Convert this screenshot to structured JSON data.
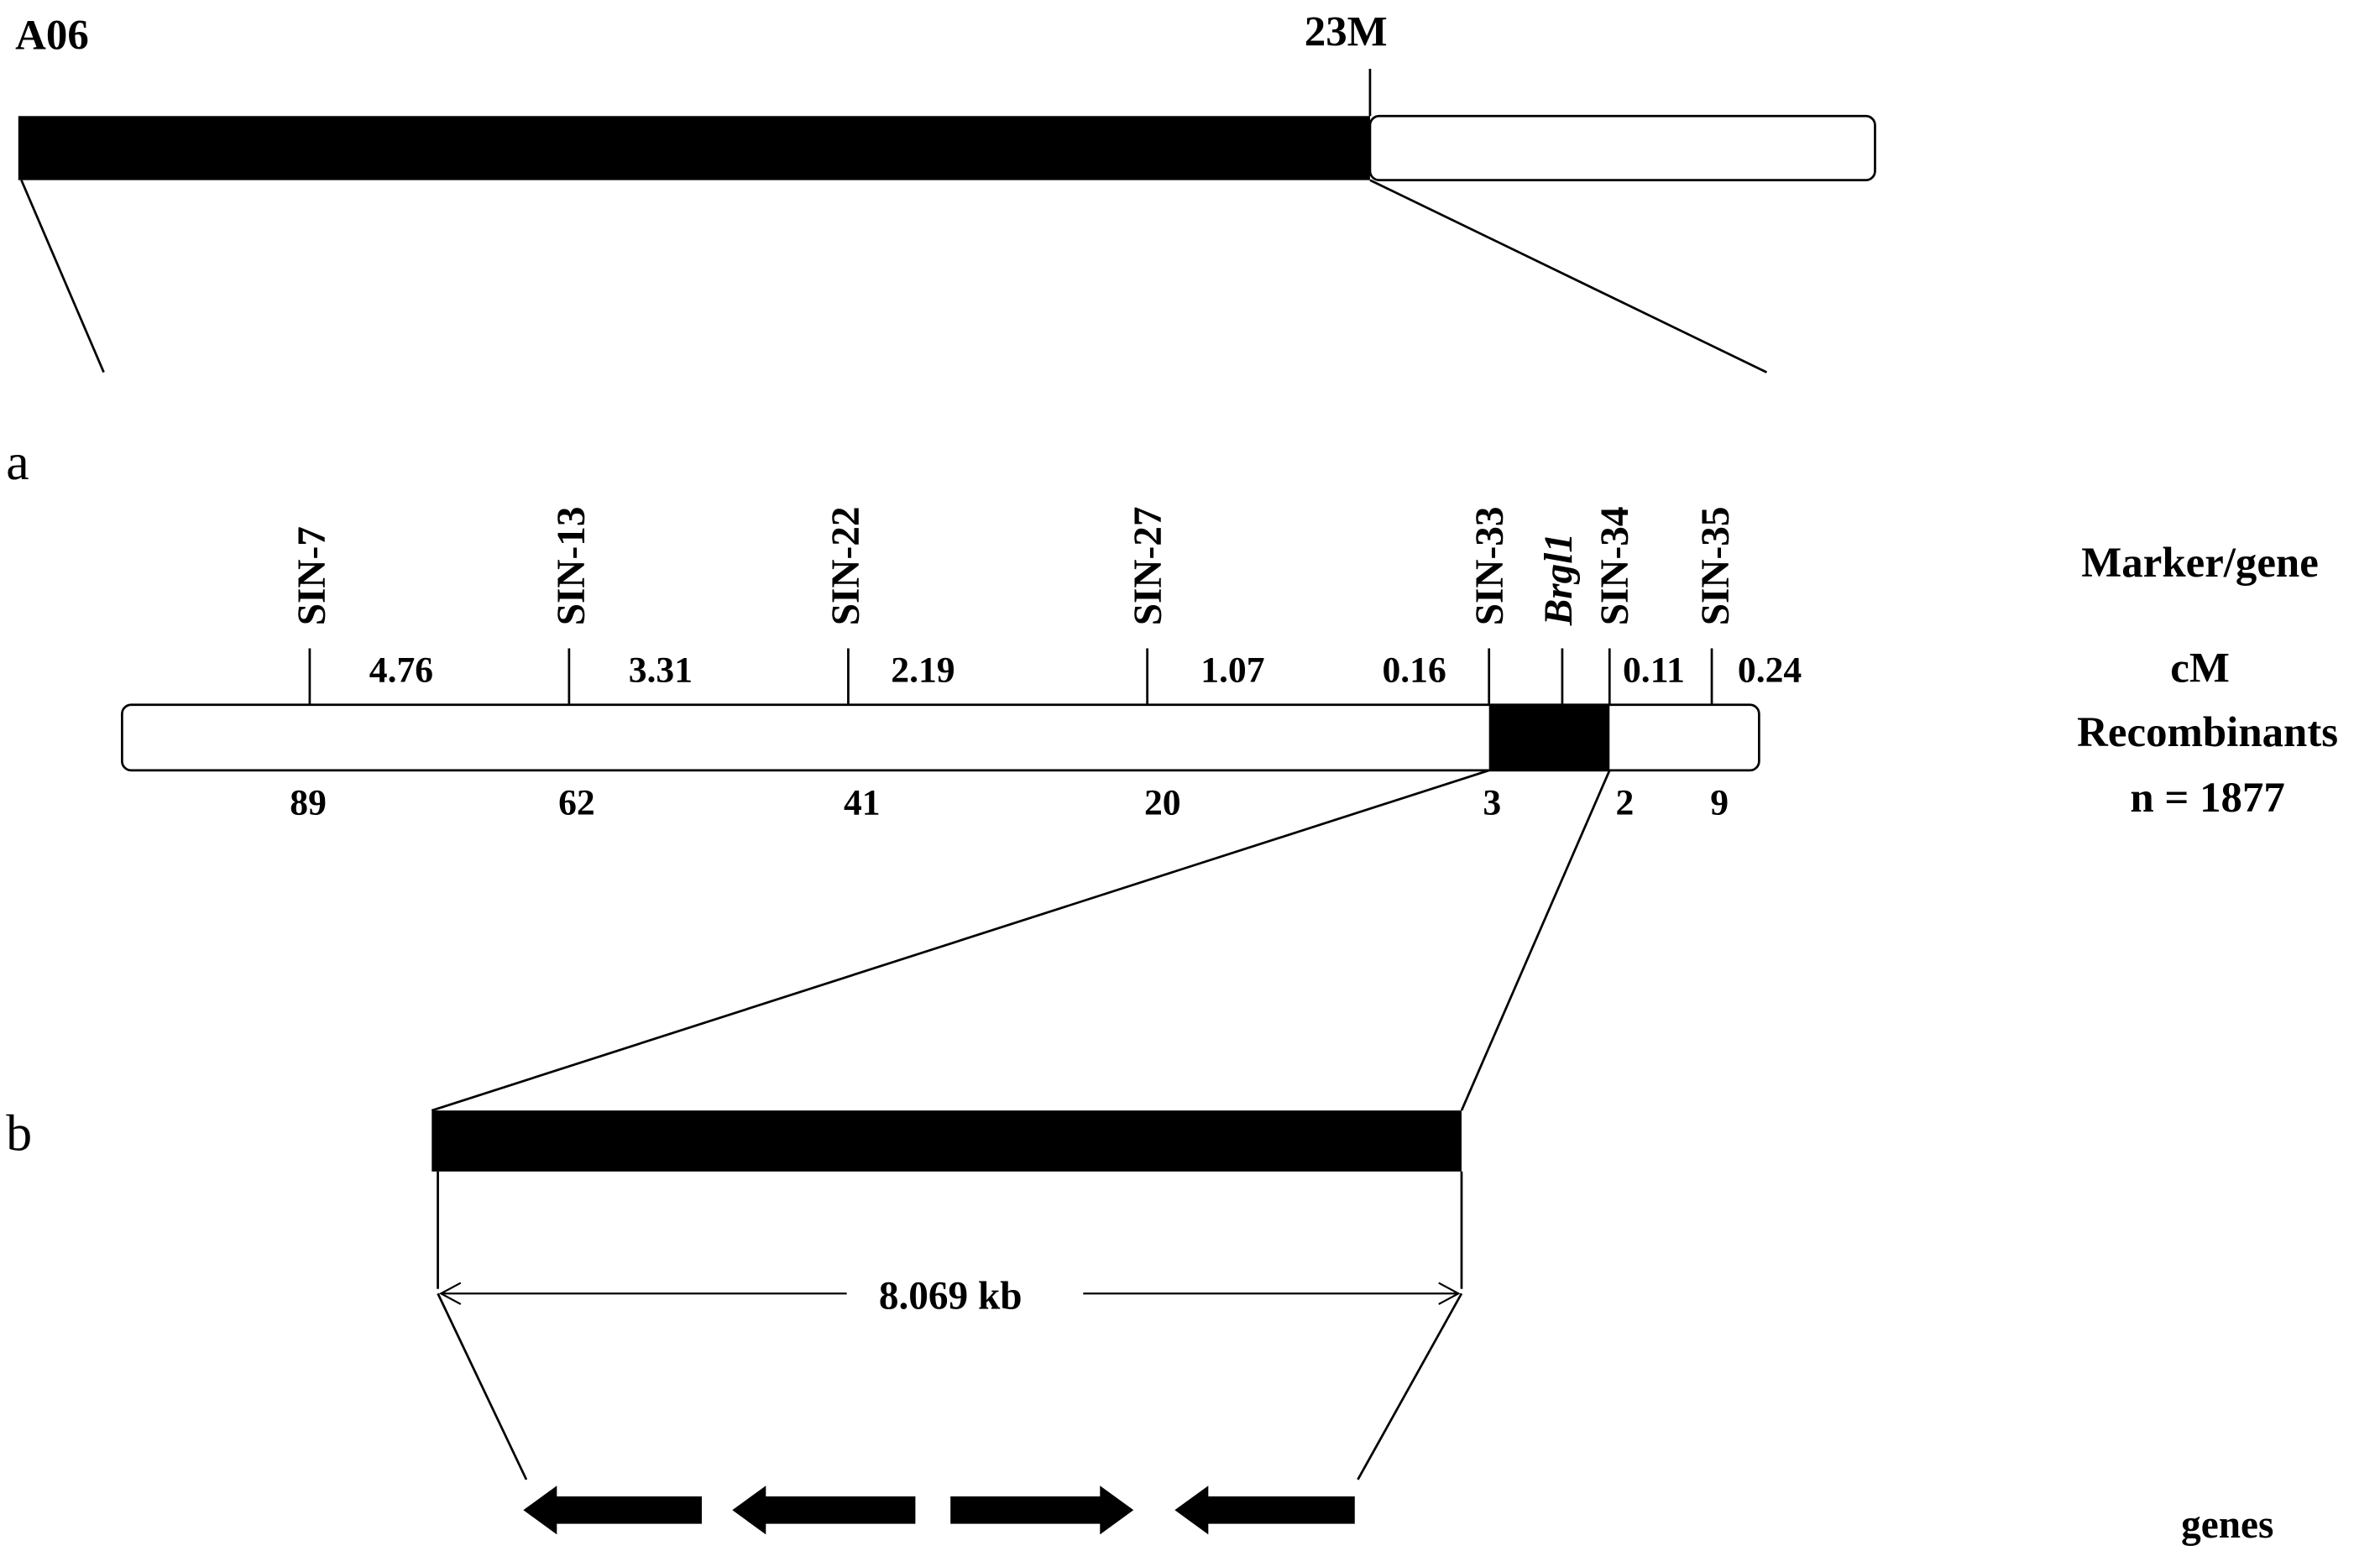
{
  "chromosome": {
    "name": "A06",
    "position_label": "23M"
  },
  "panel_a": {
    "label": "a",
    "markers": [
      "SIN-7",
      "SIN-13",
      "SIN-22",
      "SIN-27",
      "SIN-33",
      "Brgl1",
      "SIN-34",
      "SIN-35"
    ],
    "cm": [
      "4.76",
      "3.31",
      "2.19",
      "1.07",
      "0.16",
      "0.11",
      "0.24"
    ],
    "recombinants": [
      "89",
      "62",
      "41",
      "20",
      "3",
      "2",
      "9"
    ],
    "legend": {
      "marker": "Marker/gene",
      "cm": "cM",
      "recombinants": "Recombinants",
      "n": "n = 1877"
    }
  },
  "panel_b": {
    "label": "b",
    "size": "8.069 kb",
    "genes_label": "genes",
    "gene_directions": [
      "left",
      "left",
      "right",
      "left"
    ]
  }
}
